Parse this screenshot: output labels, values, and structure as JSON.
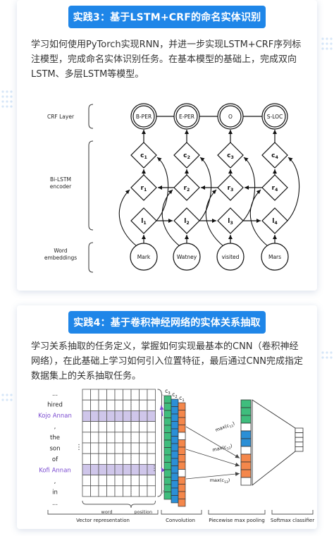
{
  "section1": {
    "title": "实践3：基于LSTM+CRF的命名实体识别",
    "description": "学习如何使用PyTorch实现RNN，并进一步实现LSTM+CRF序列标注模型，完成命名实体识别任务。在基本模型的基础上，完成双向LSTM、多层LSTM等模型。",
    "diagram": {
      "row_labels": {
        "crf": "CRF Layer",
        "bilstm_1": "Bi-LSTM",
        "bilstm_2": "encoder",
        "word_1": "Word",
        "word_2": "embeddings"
      },
      "tags": [
        "B-PER",
        "E-PER",
        "O",
        "S-LOC"
      ],
      "c_cells": [
        {
          "base": "c",
          "sub": "1"
        },
        {
          "base": "c",
          "sub": "2"
        },
        {
          "base": "c",
          "sub": "3"
        },
        {
          "base": "c",
          "sub": "4"
        }
      ],
      "r_cells": [
        {
          "base": "r",
          "sub": "1"
        },
        {
          "base": "r",
          "sub": "2"
        },
        {
          "base": "r",
          "sub": "3"
        },
        {
          "base": "r",
          "sub": "4"
        }
      ],
      "l_cells": [
        {
          "base": "l",
          "sub": "1"
        },
        {
          "base": "l",
          "sub": "2"
        },
        {
          "base": "l",
          "sub": "3"
        },
        {
          "base": "l",
          "sub": "4"
        }
      ],
      "words": [
        "Mark",
        "Watney",
        "visited",
        "Mars"
      ]
    }
  },
  "section2": {
    "title": "实践4：基于卷积神经网络的实体关系抽取",
    "description": "学习关系抽取的任务定义，掌握如何实现最基本的CNN（卷积神经网络），在此基础上学习如何引入位置特征，最后通过CNN完成指定数据集上的关系抽取任务。",
    "diagram": {
      "tokens": [
        {
          "text": "...",
          "highlight": false
        },
        {
          "text": "hired",
          "highlight": false
        },
        {
          "text": "Kojo Annan",
          "highlight": true
        },
        {
          "text": ",",
          "highlight": false
        },
        {
          "text": "the",
          "highlight": false
        },
        {
          "text": "son",
          "highlight": false
        },
        {
          "text": "of",
          "highlight": false
        },
        {
          "text": "Kofi Annan",
          "highlight": true
        },
        {
          "text": ",",
          "highlight": false
        },
        {
          "text": "in",
          "highlight": false
        },
        {
          "text": "...",
          "highlight": false
        }
      ],
      "sub_labels": {
        "word": "word",
        "position": "position"
      },
      "channel_labels": [
        {
          "base": "c",
          "sub": "3"
        },
        {
          "base": "c",
          "sub": "2"
        },
        {
          "base": "c",
          "sub": "1"
        }
      ],
      "pool_labels": [
        {
          "base": "max(c",
          "sub": "11",
          "tail": ")"
        },
        {
          "base": "max(c",
          "sub": "12",
          "tail": ")"
        },
        {
          "base": "max(c",
          "sub": "13",
          "tail": ")"
        }
      ],
      "bottom_labels": [
        "Vector representation",
        "Convolution",
        "Piecewise max pooling",
        "Softmax classifier"
      ],
      "colors": {
        "orange": "#f4874b",
        "green": "#3fbd7d",
        "blue": "#2b8fd6",
        "purple": "#7a4ad0",
        "highlight_row": "#cfc6ea"
      }
    }
  }
}
